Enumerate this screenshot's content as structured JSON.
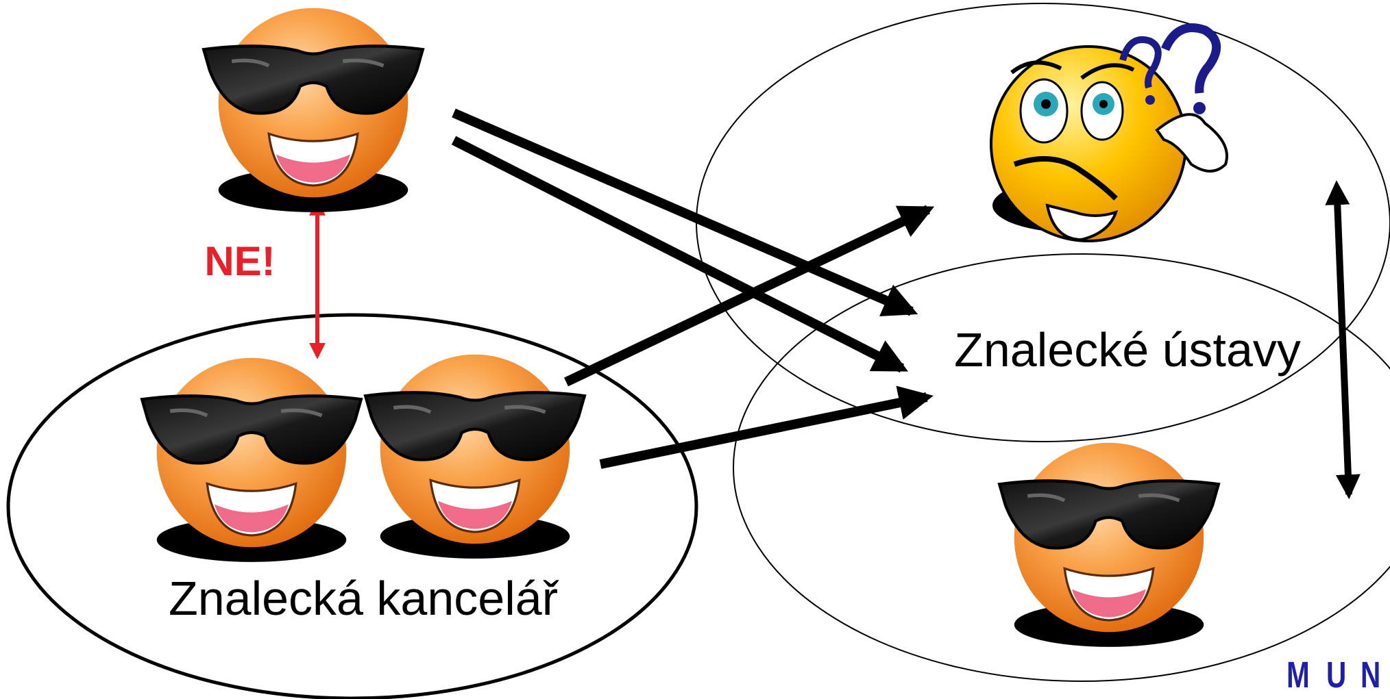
{
  "labels": {
    "office": "Znalecká kancelář",
    "institutes": "Znalecké ústavy",
    "forbidden": "NE!"
  },
  "logo": {
    "letters": [
      "M",
      "U",
      "N"
    ]
  },
  "colors": {
    "arrow": "#000000",
    "forbidden": "#e8202a",
    "logo": "#1f1fae",
    "face_outer": "#f07c10",
    "face_inner": "#ffc27a",
    "puzzled_face": "#f5b800"
  },
  "icons": {
    "expert": "cool-smiley-sunglasses-icon",
    "puzzled": "puzzled-smiley-question-marks-icon"
  }
}
